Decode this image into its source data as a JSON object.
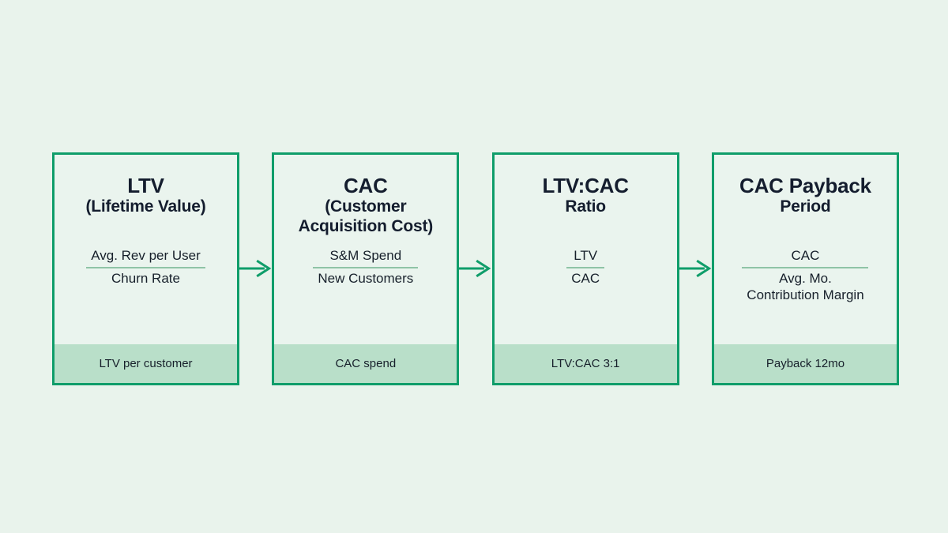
{
  "diagram": {
    "background_color": "#e9f3ec",
    "accent_color": "#0f9d6a",
    "title_color": "#141d2e",
    "footer_band_color": "#b9dfc9",
    "fraction_bar_color": "#8fc4a6",
    "cards": [
      {
        "title_main": "LTV",
        "title_sub": "(Lifetime Value)",
        "numerator": "Avg. Rev per User",
        "denominator": "Churn Rate",
        "footer": "LTV per customer"
      },
      {
        "title_main": "CAC",
        "title_sub": "(Customer\nAcquisition Cost)",
        "numerator": "S&M Spend",
        "denominator": "New Customers",
        "footer": "CAC spend"
      },
      {
        "title_main": "LTV:CAC",
        "title_sub": "Ratio",
        "numerator": "LTV",
        "denominator": "CAC",
        "footer": "LTV:CAC 3:1"
      },
      {
        "title_main": "CAC Payback",
        "title_sub": "Period",
        "numerator": "CAC",
        "denominator": "Avg. Mo.\nContribution Margin",
        "footer": "Payback 12mo"
      }
    ],
    "connectors": [
      {
        "icon": "arrow-right-icon"
      },
      {
        "icon": "arrow-right-icon"
      },
      {
        "icon": "arrow-right-icon"
      }
    ]
  }
}
